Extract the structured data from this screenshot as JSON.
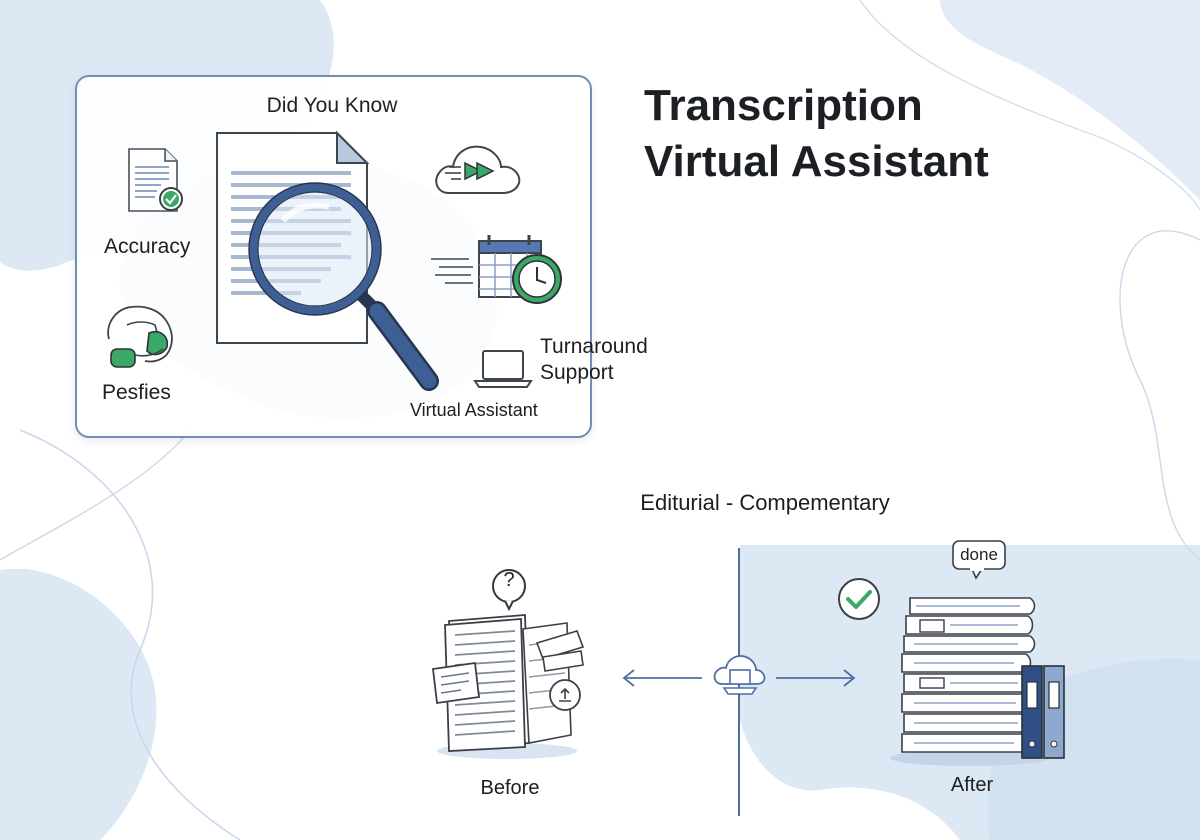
{
  "card": {
    "title": "Did You Know",
    "accuracy_label": "Accuracy",
    "pesfies_label": "Pesfies",
    "turnaround_label_line1": "Turnaround",
    "turnaround_label_line2": "Support",
    "virtual_assistant_label": "Virtual Assistant"
  },
  "heading": {
    "line1": "Transcription",
    "line2": "Virtual Assistant"
  },
  "comparison": {
    "title": "Editurial - Compementary",
    "before_label": "Before",
    "after_label": "After",
    "question_mark": "?",
    "done_bubble": "done"
  },
  "colors": {
    "accent_blue": "#5578b0",
    "dark_blue": "#2f4f86",
    "check_green": "#3aa866",
    "light_blue_bg": "#dde9f5"
  }
}
